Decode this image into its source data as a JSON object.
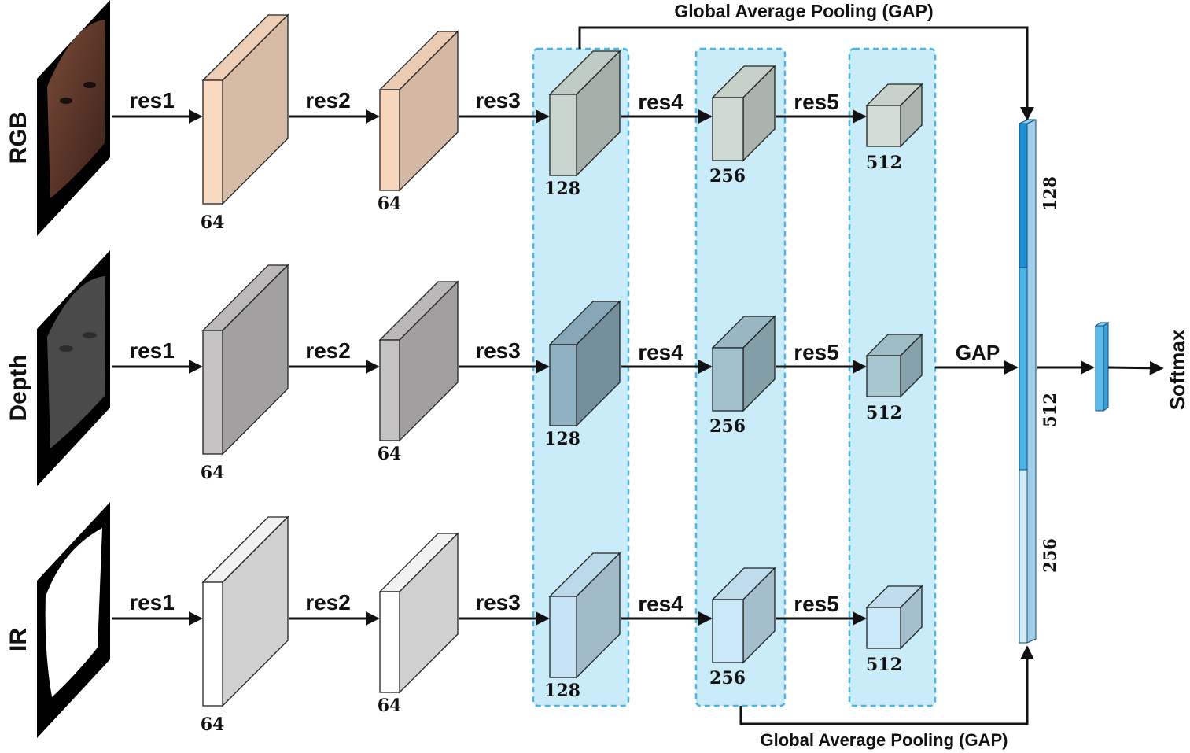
{
  "rows": [
    {
      "label": "RGB",
      "image": "rgb-face-image",
      "stage_labels": [
        "res1",
        "res2",
        "res3",
        "res4",
        "res5"
      ],
      "channels": [
        "64",
        "64",
        "128",
        "256",
        "512"
      ],
      "colors": {
        "block1": "#f9d9c0",
        "block2": "#f7d6bd",
        "block3": "#c9d6cf",
        "block4": "#cfdbd2",
        "block5": "#d2ddd6"
      }
    },
    {
      "label": "Depth",
      "image": "depth-face-image",
      "stage_labels": [
        "res1",
        "res2",
        "res3",
        "res4",
        "res5"
      ],
      "channels": [
        "64",
        "64",
        "128",
        "256",
        "512"
      ],
      "colors": {
        "block1": "#c5c3c3",
        "block2": "#c4c2c2",
        "block3": "#8fb0c0",
        "block4": "#a1c1cc",
        "block5": "#a6c6d0"
      }
    },
    {
      "label": "IR",
      "image": "ir-face-image",
      "stage_labels": [
        "res1",
        "res2",
        "res3",
        "res4",
        "res5"
      ],
      "channels": [
        "64",
        "64",
        "128",
        "256",
        "512"
      ],
      "colors": {
        "block1": "#ffffff",
        "block2": "#ffffff",
        "block3": "#c6e4f6",
        "block4": "#c9e8f8",
        "block5": "#cbe9f9"
      }
    }
  ],
  "gap_top_label": "Global Average Pooling (GAP)",
  "gap_bottom_label": "Global Average Pooling (GAP)",
  "gap_mid_label": "GAP",
  "concat_segments": [
    {
      "label": "128",
      "color": "#1b8fd1"
    },
    {
      "label": "512",
      "color": "#4cb3e6"
    },
    {
      "label": "256",
      "color": "#d3ecf9"
    }
  ],
  "output_label": "Softmax",
  "colors": {
    "highlight_fill": "#c9ecf8",
    "highlight_border": "#49b6e6",
    "arrow": "#111111",
    "fc_block": "#5bbbe8"
  }
}
